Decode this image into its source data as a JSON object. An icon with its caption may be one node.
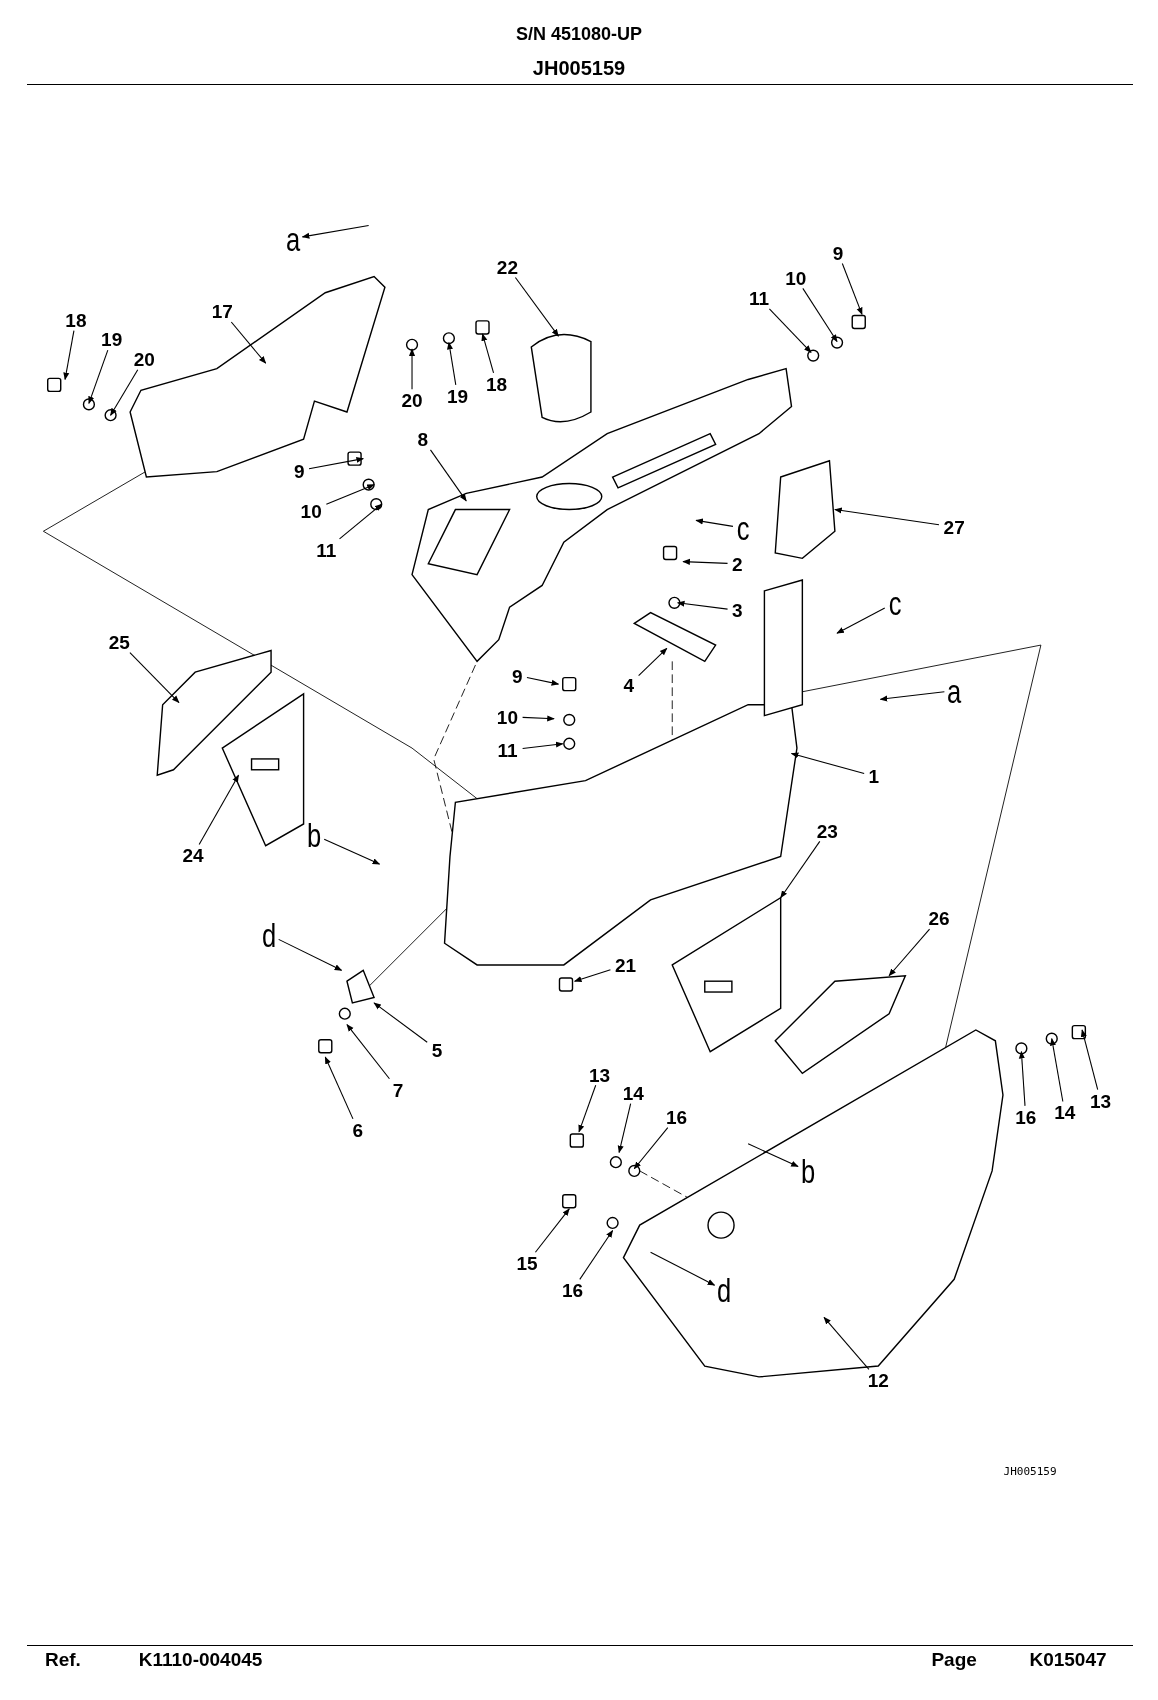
{
  "diagram": {
    "title": "S/N 451080-UP",
    "nodes": [
      {
        "text": [
          "18"
        ]
      },
      {
        "text": [
          "19"
        ]
      },
      {
        "text": [
          "20"
        ]
      },
      {
        "text": [
          "17"
        ]
      },
      {
        "text": [
          "20"
        ]
      },
      {
        "text": [
          "19"
        ]
      },
      {
        "text": [
          "18"
        ]
      },
      {
        "text": [
          "22"
        ]
      },
      {
        "text": [
          "9"
        ]
      },
      {
        "text": [
          "10"
        ]
      },
      {
        "text": [
          "11"
        ]
      },
      {
        "text": [
          "9"
        ]
      },
      {
        "text": [
          "10"
        ]
      },
      {
        "text": [
          "11"
        ]
      },
      {
        "text": [
          "8"
        ]
      },
      {
        "text": [
          "27"
        ]
      },
      {
        "text": [
          "2"
        ]
      },
      {
        "text": [
          "3"
        ]
      },
      {
        "text": [
          "4"
        ]
      },
      {
        "text": [
          "9"
        ]
      },
      {
        "text": [
          "10"
        ]
      },
      {
        "text": [
          "11"
        ]
      },
      {
        "text": [
          "25"
        ]
      },
      {
        "text": [
          "24"
        ]
      },
      {
        "text": [
          "1"
        ]
      },
      {
        "text": [
          "23"
        ]
      },
      {
        "text": [
          "26"
        ]
      },
      {
        "text": [
          "21"
        ]
      },
      {
        "text": [
          "5"
        ]
      },
      {
        "text": [
          "7"
        ]
      },
      {
        "text": [
          "6"
        ]
      },
      {
        "text": [
          "13"
        ]
      },
      {
        "text": [
          "14"
        ]
      },
      {
        "text": [
          "16"
        ]
      },
      {
        "text": [
          "15"
        ]
      },
      {
        "text": [
          "16"
        ]
      },
      {
        "text": [
          "12"
        ]
      },
      {
        "text": [
          "16"
        ]
      },
      {
        "text": [
          "14"
        ]
      },
      {
        "text": [
          "13"
        ]
      },
      {
        "text": [
          "a"
        ]
      },
      {
        "text": [
          "c"
        ]
      },
      {
        "text": [
          "c"
        ]
      },
      {
        "text": [
          "a"
        ]
      },
      {
        "text": [
          "b"
        ]
      },
      {
        "text": [
          "d"
        ]
      },
      {
        "text": [
          "b"
        ]
      },
      {
        "text": [
          "d"
        ]
      }
    ],
    "edges": [
      {
        "from": 0,
        "to": null,
        "arrow": "to"
      },
      {
        "from": 1,
        "to": null,
        "arrow": "to"
      },
      {
        "from": 2,
        "to": null,
        "arrow": "to"
      },
      {
        "from": 3,
        "to": null,
        "arrow": "to"
      },
      {
        "from": 4,
        "to": null,
        "arrow": "to"
      },
      {
        "from": 5,
        "to": null,
        "arrow": "to"
      },
      {
        "from": 6,
        "to": null,
        "arrow": "to"
      },
      {
        "from": 7,
        "to": null,
        "arrow": "to"
      },
      {
        "from": 8,
        "to": null,
        "arrow": "to"
      },
      {
        "from": 9,
        "to": null,
        "arrow": "to"
      },
      {
        "from": 10,
        "to": null,
        "arrow": "to"
      },
      {
        "from": 11,
        "to": null,
        "arrow": "to"
      },
      {
        "from": 12,
        "to": null,
        "arrow": "to"
      },
      {
        "from": 13,
        "to": null,
        "arrow": "to"
      },
      {
        "from": 14,
        "to": null,
        "arrow": "to"
      },
      {
        "from": 15,
        "to": null,
        "arrow": "to"
      },
      {
        "from": 16,
        "to": null,
        "arrow": "to"
      },
      {
        "from": 17,
        "to": null,
        "arrow": "to"
      },
      {
        "from": 18,
        "to": null,
        "arrow": "to"
      },
      {
        "from": 19,
        "to": null,
        "arrow": "to"
      },
      {
        "from": 20,
        "to": null,
        "arrow": "to"
      },
      {
        "from": 21,
        "to": null,
        "arrow": "to"
      },
      {
        "from": 22,
        "to": null,
        "arrow": "to"
      },
      {
        "from": 23,
        "to": null,
        "arrow": "to"
      },
      {
        "from": 24,
        "to": null,
        "arrow": "to"
      },
      {
        "from": 25,
        "to": null,
        "arrow": "to"
      },
      {
        "from": 26,
        "to": null,
        "arrow": "to"
      },
      {
        "from": 27,
        "to": null,
        "arrow": "to"
      },
      {
        "from": 28,
        "to": null,
        "arrow": "to"
      },
      {
        "from": 29,
        "to": null,
        "arrow": "to"
      },
      {
        "from": 30,
        "to": null,
        "arrow": "to"
      },
      {
        "from": 31,
        "to": null,
        "arrow": "to"
      },
      {
        "from": 32,
        "to": null,
        "arrow": "to"
      },
      {
        "from": 33,
        "to": null,
        "arrow": "to"
      },
      {
        "from": 34,
        "to": null,
        "arrow": "to"
      },
      {
        "from": 35,
        "to": null,
        "arrow": "to"
      },
      {
        "from": 36,
        "to": null,
        "arrow": "to"
      },
      {
        "from": 37,
        "to": null,
        "arrow": "to"
      },
      {
        "from": 38,
        "to": null,
        "arrow": "to"
      },
      {
        "from": 39,
        "to": null,
        "arrow": "to"
      },
      {
        "from": null,
        "to": 40,
        "arrow": "to"
      },
      {
        "from": 41,
        "to": null,
        "arrow": "to"
      },
      {
        "from": 42,
        "to": null,
        "arrow": "to"
      },
      {
        "from": 43,
        "to": null,
        "arrow": "to"
      },
      {
        "from": 44,
        "to": null,
        "arrow": "to"
      },
      {
        "from": 45,
        "to": null,
        "arrow": "to"
      },
      {
        "from": null,
        "to": 46,
        "arrow": "to"
      },
      {
        "from": null,
        "to": 47,
        "arrow": "to"
      }
    ],
    "labels": [
      "JH005159",
      "JH005159",
      "Ref.",
      "K1110-004045",
      "Page",
      "K015047"
    ]
  }
}
